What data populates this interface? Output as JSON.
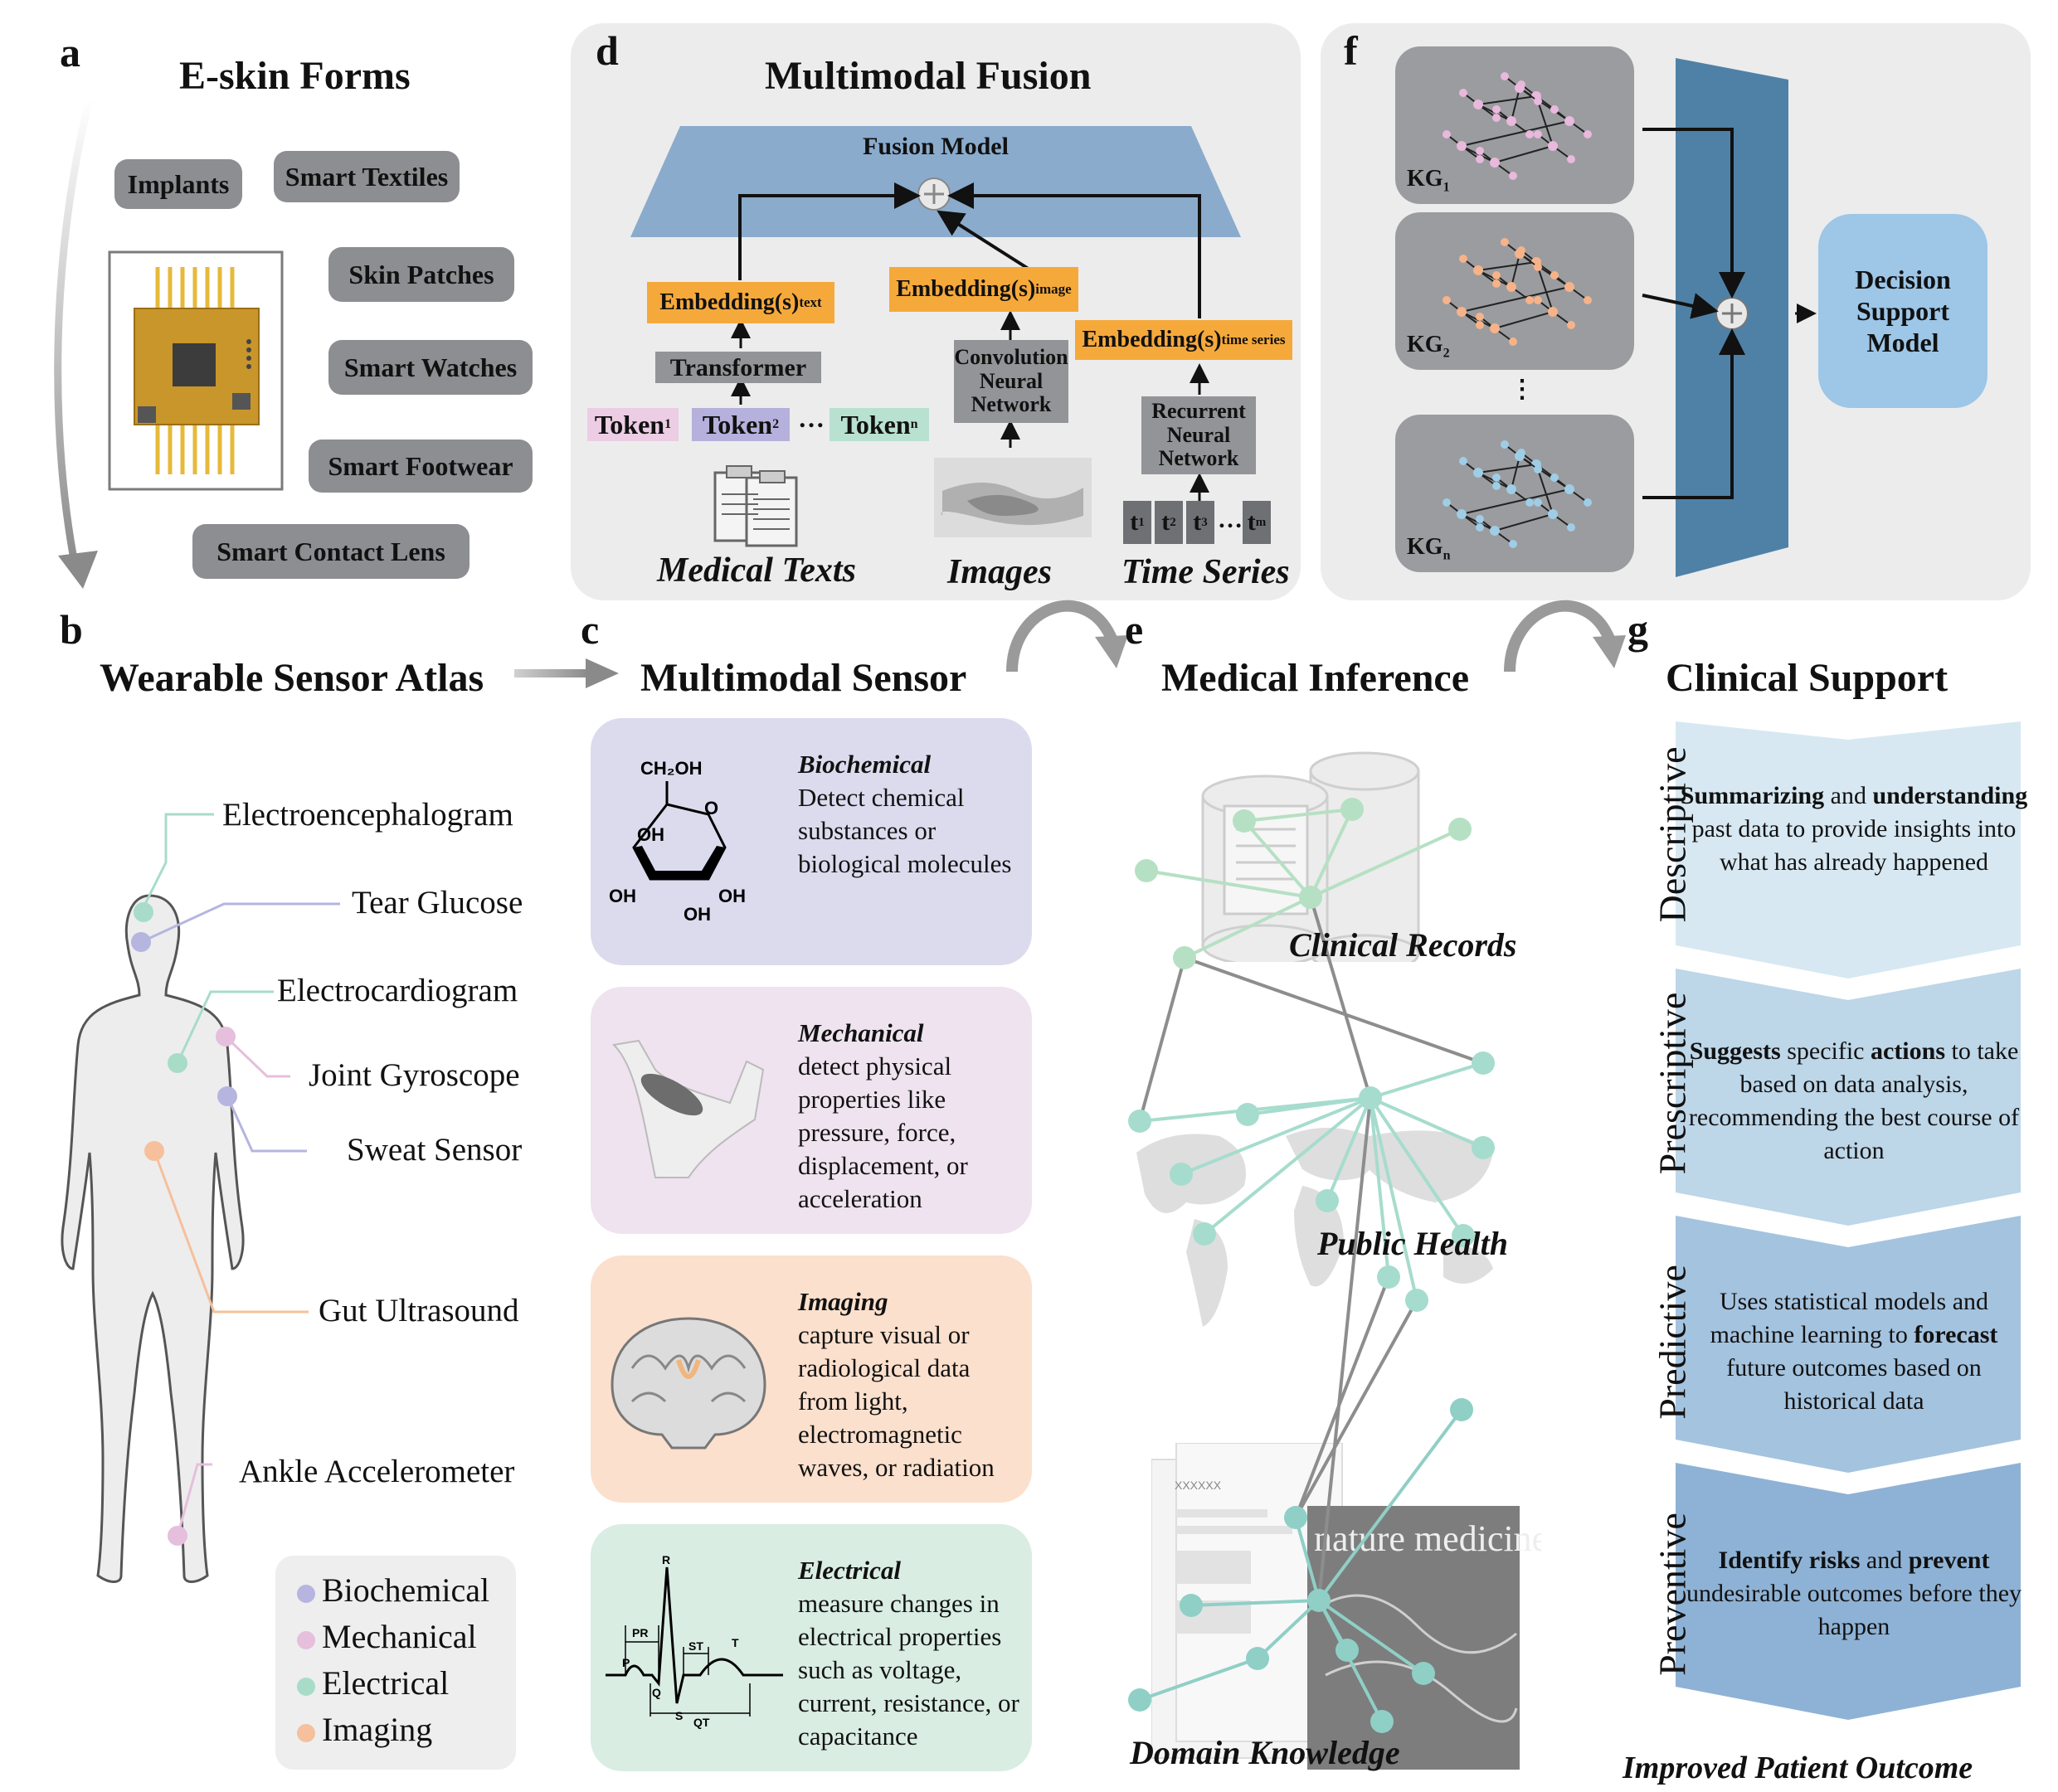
{
  "panel_a": {
    "letter": "a",
    "title": "E-skin Forms",
    "forms": [
      "Implants",
      "Smart Textiles",
      "Skin Patches",
      "Smart Watches",
      "Smart Footwear",
      "Smart Contact Lens"
    ]
  },
  "panel_b": {
    "letter": "b",
    "title": "Wearable Sensor Atlas",
    "sensors": [
      "Electroencephalogram",
      "Tear Glucose",
      "Electrocardiogram",
      "Joint Gyroscope",
      "Sweat Sensor",
      "Gut Ultrasound",
      "Ankle Accelerometer"
    ],
    "legend": [
      {
        "label": "Biochemical",
        "color": "#b5b5e0"
      },
      {
        "label": "Mechanical",
        "color": "#e5bfdc"
      },
      {
        "label": "Electrical",
        "color": "#a8dcc8"
      },
      {
        "label": "Imaging",
        "color": "#f5c09b"
      }
    ]
  },
  "panel_c": {
    "letter": "c",
    "title": "Multimodal Sensor",
    "molecule": {
      "ch2oh": "CH₂OH",
      "o": "O",
      "oh": "OH"
    },
    "ecg": {
      "pr": "PR",
      "st": "ST",
      "qt": "QT",
      "p": "P",
      "q": "Q",
      "r": "R",
      "s": "S",
      "t": "T"
    },
    "cards": [
      {
        "name": "Biochemical",
        "desc": "Detect chemical substances or biological molecules",
        "color": "#dcdbee"
      },
      {
        "name": "Mechanical",
        "desc": "detect physical properties like pressure, force, displacement, or acceleration",
        "color": "#efe3ef"
      },
      {
        "name": "Imaging",
        "desc": "capture visual or radiological data from light, electromagnetic waves, or radiation",
        "color": "#fbe0cd"
      },
      {
        "name": "Electrical",
        "desc": "measure changes in electrical properties such as voltage, current, resistance, or capacitance",
        "color": "#d9ede3"
      }
    ]
  },
  "panel_d": {
    "letter": "d",
    "title": "Multimodal Fusion",
    "fusion_model": "Fusion Model",
    "emb_text": "Embedding(s)",
    "emb_text_sub": "text",
    "emb_image": "Embedding(s)",
    "emb_image_sub": "image",
    "emb_ts": "Embedding(s)",
    "emb_ts_sub": "time series",
    "transformer": "Transformer",
    "cnn": "Convolution Neural Network",
    "rnn": "Recurrent Neural Network",
    "tokens": [
      {
        "t": "Token",
        "s": "1"
      },
      {
        "t": "Token",
        "s": "2"
      },
      {
        "t": "Token",
        "s": "n"
      }
    ],
    "ellipsis": "…",
    "times": [
      {
        "t": "t",
        "s": "1"
      },
      {
        "t": "t",
        "s": "2"
      },
      {
        "t": "t",
        "s": "3"
      },
      {
        "t": "t",
        "s": "m"
      }
    ],
    "inputs": [
      "Medical Texts",
      "Images",
      "Time Series"
    ]
  },
  "panel_e": {
    "letter": "e",
    "title": "Medical Inference",
    "labels": [
      "Clinical Records",
      "Public Health",
      "Domain Knowledge"
    ],
    "journal": {
      "name": "nature medicine",
      "header": "XXXXXX"
    }
  },
  "panel_f": {
    "letter": "f",
    "kgs": [
      {
        "t": "KG",
        "s": "1"
      },
      {
        "t": "KG",
        "s": "2"
      },
      {
        "t": "KG",
        "s": "n"
      }
    ],
    "dots": "⋮",
    "decision": "Decision Support Model"
  },
  "panel_g": {
    "letter": "g",
    "title": "Clinical Support",
    "footer": "Improved Patient Outcome",
    "bands": [
      {
        "side": "Descriptive",
        "color": "#d7e8f2"
      },
      {
        "side": "Prescriptive",
        "color": "#bdd6e8"
      },
      {
        "side": "Predictive",
        "color": "#a4c3df"
      },
      {
        "side": "Preventive",
        "color": "#8eb2d5"
      }
    ]
  }
}
